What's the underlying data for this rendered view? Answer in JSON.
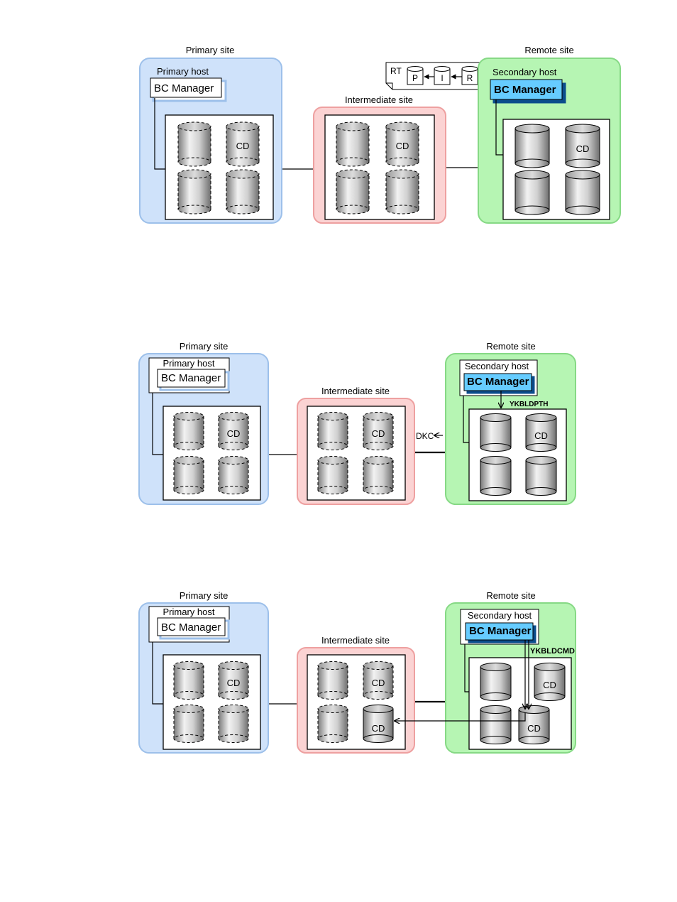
{
  "labels": {
    "primary_site": "Primary site",
    "intermediate_site": "Intermediate site",
    "remote_site": "Remote site",
    "primary_host": "Primary host",
    "secondary_host": "Secondary host",
    "bc_manager": "BC Manager",
    "cd": "CD"
  },
  "route_legend": {
    "rt": "RT",
    "p": "P",
    "i": "I",
    "r": "R"
  },
  "commands": {
    "dkc": "DKC",
    "ykbldpth": "YKBLDPTH",
    "ykbldcmd": "YKBLDCMD"
  },
  "colors": {
    "primary_fill": "#cfe2fa",
    "primary_stroke": "#9dc0ea",
    "intermediate_fill": "#fbd3d3",
    "intermediate_stroke": "#eea0a0",
    "remote_fill": "#b6f5b3",
    "remote_stroke": "#86d985",
    "bc_manager_active": "#66ccff"
  }
}
